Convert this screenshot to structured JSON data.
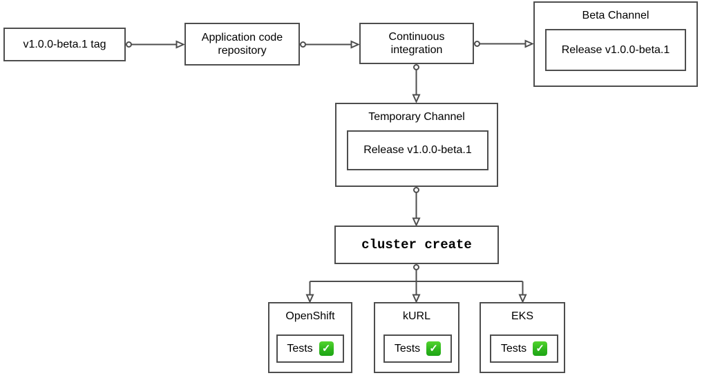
{
  "diagram": {
    "colors": {
      "border": "#4d4d4d",
      "connector": "#4d4d4d",
      "background": "#ffffff",
      "text": "#000000",
      "check_green": "#2fb61d"
    },
    "nodes": {
      "tag": {
        "label": "v1.0.0-beta.1 tag"
      },
      "repo": {
        "label": "Application code repository"
      },
      "ci": {
        "label": "Continuous integration"
      },
      "beta_channel": {
        "title": "Beta Channel",
        "release": "Release v1.0.0-beta.1"
      },
      "temp_channel": {
        "title": "Temporary Channel",
        "release": "Release v1.0.0-beta.1"
      },
      "cluster_create": {
        "label": "cluster create"
      },
      "clusters": [
        {
          "title": "OpenShift",
          "tests_label": "Tests",
          "status_icon": "check-mark-button"
        },
        {
          "title": "kURL",
          "tests_label": "Tests",
          "status_icon": "check-mark-button"
        },
        {
          "title": "EKS",
          "tests_label": "Tests",
          "status_icon": "check-mark-button"
        }
      ]
    },
    "icons": {
      "check_glyph": "✓"
    }
  }
}
